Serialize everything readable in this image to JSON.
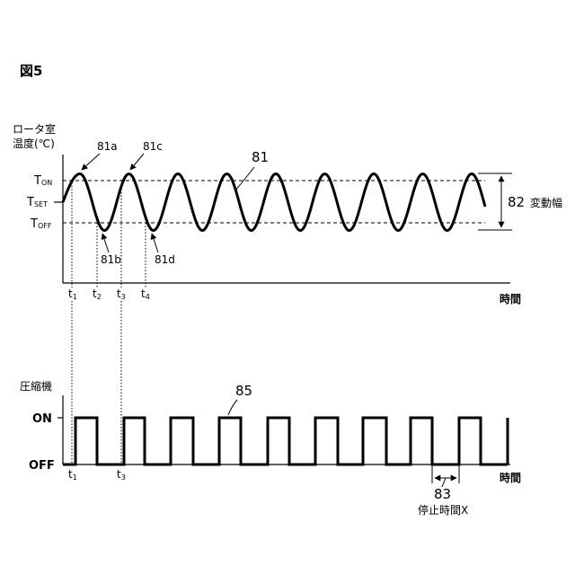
{
  "figure_title": "図5",
  "top_chart": {
    "y_label_line1": "ロータ室",
    "y_label_line2": "温度(℃)",
    "x_label": "時間",
    "levels": {
      "on": {
        "main": "T",
        "sub": "ON"
      },
      "set": {
        "main": "T",
        "sub": "SET"
      },
      "off": {
        "main": "T",
        "sub": "OFF"
      }
    },
    "time_marks": [
      {
        "main": "t",
        "sub": "1"
      },
      {
        "main": "t",
        "sub": "2"
      },
      {
        "main": "t",
        "sub": "3"
      },
      {
        "main": "t",
        "sub": "4"
      }
    ],
    "curve_ref": "81",
    "point_refs": {
      "a": "81a",
      "b": "81b",
      "c": "81c",
      "d": "81d"
    },
    "amplitude_ref": "82",
    "amplitude_label": "変動幅"
  },
  "bottom_chart": {
    "y_label": "圧縮機",
    "on_label": "ON",
    "off_label": "OFF",
    "x_label": "時間",
    "time_marks": [
      {
        "main": "t",
        "sub": "1"
      },
      {
        "main": "t",
        "sub": "3"
      }
    ],
    "signal_ref": "85",
    "stop_ref": "83",
    "stop_label": "停止時間X"
  }
}
